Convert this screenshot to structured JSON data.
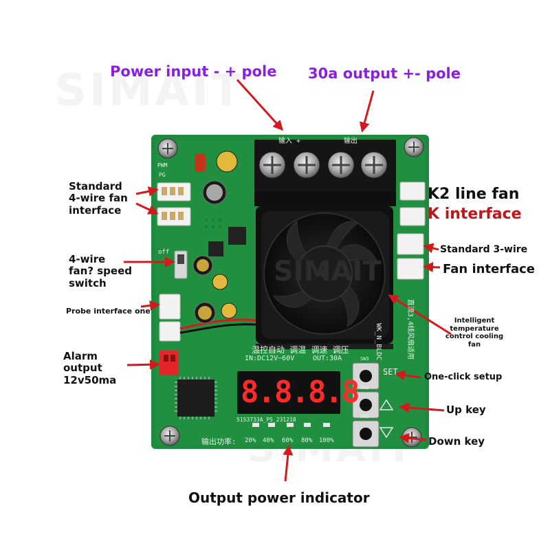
{
  "labels": {
    "power_input": "Power input - + pole",
    "output_pole": "30a output +- pole",
    "k2_line_fan": "K2 line fan",
    "k_interface": "K interface",
    "std_4wire_line1": "Standard",
    "std_4wire_line2": "4-wire fan",
    "std_4wire_line3": "interface",
    "speed_switch_line1": "4-wire",
    "speed_switch_line2": "fan? speed",
    "speed_switch_line3": "switch",
    "probe_interface": "Probe interface one",
    "alarm_line1": "Alarm",
    "alarm_line2": "output",
    "alarm_line3": "12v50ma",
    "std_3wire": "Standard 3-wire",
    "fan_interface": "Fan interface",
    "intelligent_line1": "Intelligent",
    "intelligent_line2": "temperature",
    "intelligent_line3": "control cooling",
    "intelligent_line4": "fan",
    "one_click": "One-click setup",
    "up_key": "Up key",
    "down_key": "Down key",
    "output_power": "Output power indicator"
  },
  "board": {
    "display_value": "8.8.8.8",
    "set_label": "SET",
    "in_label": "IN:DC12V~60V",
    "out_label": "OUT:30A",
    "top_silk_in": "输入 +",
    "top_silk_out": "输出",
    "side_silk": "WK_N_BLDC",
    "cn_functions": "温控自动 调温 调速 调压",
    "cn_side": "直流3,4线风扇适用",
    "model_code": "5153733A_P5_231218",
    "power_label": "输出功率:",
    "pwm_label": "PWM",
    "pg_label": "PG",
    "off_label": "off",
    "sw_labels": [
      "SW3",
      "SW2",
      "SW1"
    ],
    "power_levels": [
      "20%",
      "40%",
      "60%",
      "80%",
      "100%"
    ],
    "fan_watermark": "SIMAIT"
  },
  "watermark": {
    "text": "SIMAIT"
  },
  "colors": {
    "pcb": "#1f8a3f",
    "arrow": "#d3191c",
    "accent_purple": "#8a1fe0",
    "display_red": "#ff2a2a"
  }
}
